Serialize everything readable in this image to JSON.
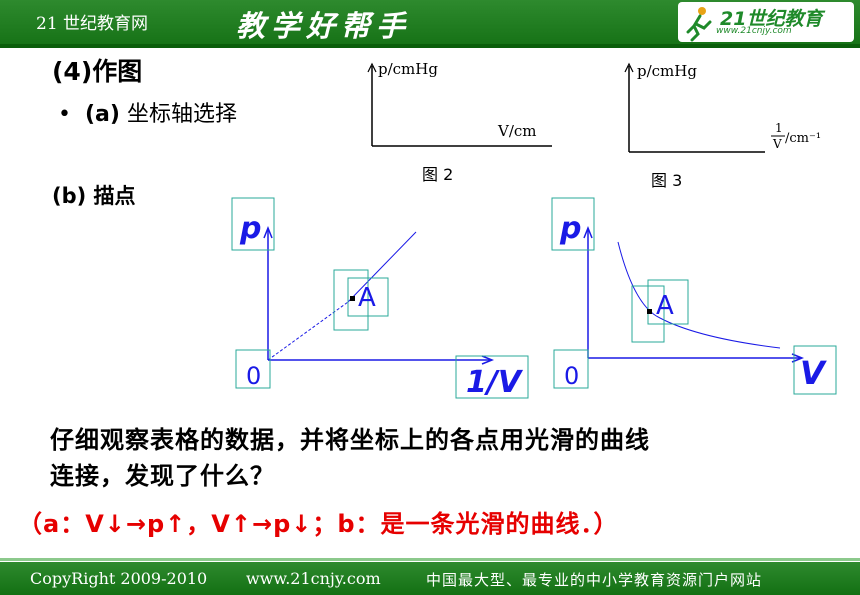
{
  "header": {
    "site_name": "21 世纪教育网",
    "slogan": "教学好帮手",
    "logo_text": "21世纪教育",
    "logo_url": "www.21cnjy.com"
  },
  "content": {
    "heading": "(4)作图",
    "bullet_prefix": "(a)",
    "bullet_text": "坐标轴选择",
    "step_b": "(b) 描点",
    "question_line1": "仔细观察表格的数据，并将坐标上的各点用光滑的曲线",
    "question_line2": "连接，发现了什么？",
    "answer": "（a：V↓→p↑，V↑→p↓；b：是一条光滑的曲线．）"
  },
  "figure2": {
    "ylabel": "p/cmHg",
    "xlabel": "V/cm",
    "caption": "图 2"
  },
  "figure3": {
    "ylabel": "p/cmHg",
    "xlabel_num": "1",
    "xlabel_den": "V",
    "xlabel_unit": "/cm⁻¹",
    "caption": "图 3"
  },
  "plot_left": {
    "y_label": "p",
    "x_label": "1/V",
    "origin": "0",
    "point_label": "A"
  },
  "plot_right": {
    "y_label": "p",
    "x_label": "V",
    "origin": "0",
    "point_label": "A"
  },
  "footer": {
    "copyright": "CopyRight 2009-2010",
    "url": "www.21cnjy.com",
    "slogan": "中国最大型、最专业的中小学教育资源门户网站"
  },
  "colors": {
    "brand_green": "#1f7d1f",
    "axis_blue": "#1a1ae6",
    "box_teal": "#2aa898",
    "answer_red": "#e60000"
  }
}
